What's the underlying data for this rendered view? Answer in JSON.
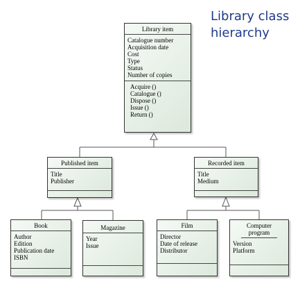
{
  "title": {
    "line1": "Library class",
    "line2": "hierarchy"
  },
  "classes": {
    "library_item": {
      "name": "Library item",
      "attributes": [
        "Catalogue number",
        "Acquisition date",
        "Cost",
        "Type",
        "Status",
        "Number of copies"
      ],
      "operations": [
        "Acquire ()",
        "Catalogue ()",
        "Dispose ()",
        "Issue ()",
        "Return ()"
      ]
    },
    "published_item": {
      "name": "Published item",
      "attributes": [
        "Title",
        "Publisher"
      ]
    },
    "recorded_item": {
      "name": "Recorded item",
      "attributes": [
        "Title",
        "Medium"
      ]
    },
    "book": {
      "name": "Book",
      "attributes": [
        "Author",
        "Edition",
        "Publication date",
        "ISBN"
      ]
    },
    "magazine": {
      "name": "Magazine",
      "attributes": [
        "Year",
        "Issue"
      ]
    },
    "film": {
      "name": "Film",
      "attributes": [
        "Director",
        "Date of release",
        "Distributor"
      ]
    },
    "computer_program": {
      "name": "Computer program",
      "attributes": [
        "Version",
        "Platform"
      ]
    }
  },
  "colors": {
    "box_fill_light": "#f4f9f4",
    "box_fill_dark": "#dde9dd",
    "title_text": "#1f3a8a",
    "line": "#555555"
  }
}
